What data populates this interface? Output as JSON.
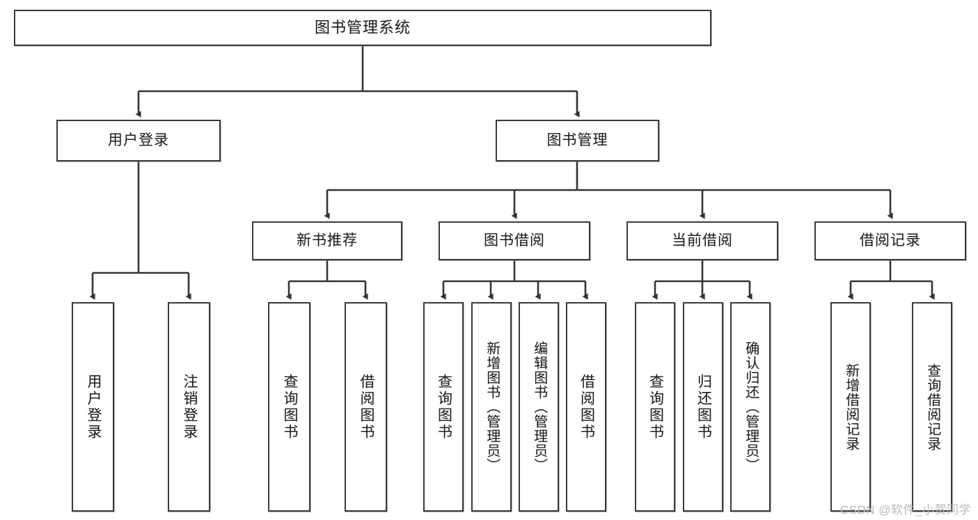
{
  "diagram": {
    "title": "图书管理系统",
    "type": "hierarchy-tree",
    "watermark": "CSDN @软件_小贺同学",
    "colors": {
      "border": "#3a3a3a",
      "fill": "#ffffff",
      "text": "#1d1d1d",
      "watermark": "#b9b9b9"
    },
    "root": {
      "label": "图书管理系统"
    },
    "level2": [
      {
        "label": "用户登录"
      },
      {
        "label": "图书管理"
      }
    ],
    "level3": [
      {
        "label": "新书推荐"
      },
      {
        "label": "图书借阅"
      },
      {
        "label": "当前借阅"
      },
      {
        "label": "借阅记录"
      }
    ],
    "leaves": {
      "user_login": [
        {
          "label": "用户登录"
        },
        {
          "label": "注销登录"
        }
      ],
      "new_book": [
        {
          "label": "查询图书"
        },
        {
          "label": "借阅图书"
        }
      ],
      "book_borrow": [
        {
          "label": "查询图书"
        },
        {
          "label": "新增图书（管理员）"
        },
        {
          "label": "编辑图书（管理员）"
        },
        {
          "label": "借阅图书"
        }
      ],
      "current_borrow": [
        {
          "label": "查询图书"
        },
        {
          "label": "归还图书"
        },
        {
          "label": "确认归还（管理员）"
        }
      ],
      "borrow_record": [
        {
          "label": "新增借阅记录"
        },
        {
          "label": "查询借阅记录"
        }
      ]
    }
  }
}
